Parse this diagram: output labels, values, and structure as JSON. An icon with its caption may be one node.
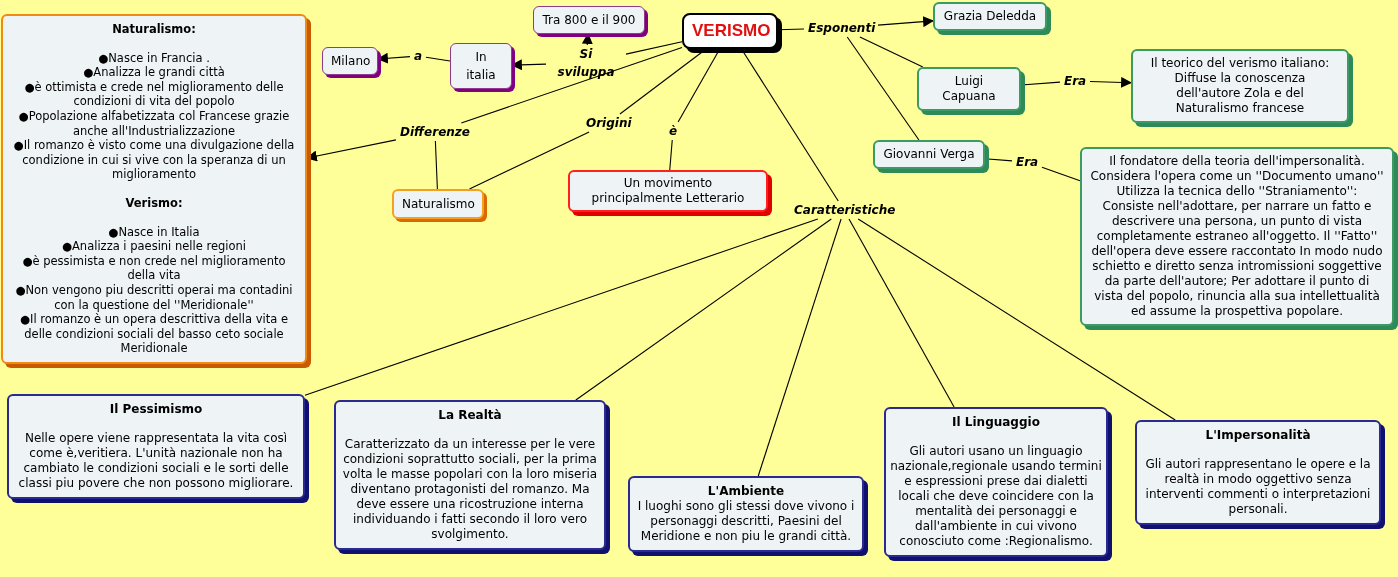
{
  "diagram": {
    "nodes": [
      {
        "text": [
          "VERISMO"
        ]
      },
      {
        "text": [
          "Si sviluppa"
        ]
      },
      {
        "text": [
          "Tra 800 e il 900"
        ]
      },
      {
        "text": [
          "In italia"
        ]
      },
      {
        "text": [
          "a"
        ]
      },
      {
        "text": [
          "Milano"
        ]
      },
      {
        "text": [
          "Differenze"
        ]
      },
      {
        "text": [
          "Naturalismo:",
          "●Nasce in Francia .",
          "●Analizza le grandi città",
          "●è ottimista e crede nel miglioramento delle condizioni di vita del popolo",
          "●Popolazione alfabetizzata col Francese grazie anche all'Industrializzazione",
          "●Il romanzo è visto come una divulgazione della condizione in cui si vive con la speranza di un miglioramento",
          "Verismo:",
          "●Nasce in Italia",
          "●Analizza i paesini nelle regioni",
          "●è pessimista e non crede nel miglioramento della vita",
          "●Non vengono piu descritti operai ma contadini con la questione del ''Meridionale''",
          "●Il romanzo è un opera descrittiva della vita e delle condizioni sociali del basso ceto sociale Meridionale"
        ]
      },
      {
        "text": [
          "Naturalismo"
        ]
      },
      {
        "text": [
          "Origini"
        ]
      },
      {
        "text": [
          "è"
        ]
      },
      {
        "text": [
          "Un movimento principalmente Letterario"
        ]
      },
      {
        "text": [
          "Esponenti"
        ]
      },
      {
        "text": [
          "Grazia  Deledda"
        ]
      },
      {
        "text": [
          "Luigi Capuana"
        ]
      },
      {
        "text": [
          "Era"
        ]
      },
      {
        "text": [
          "Il teorico del verismo italiano: Diffuse la conoscenza dell'autore Zola e del Naturalismo francese"
        ]
      },
      {
        "text": [
          "Giovanni Verga"
        ]
      },
      {
        "text": [
          "Era"
        ]
      },
      {
        "text": [
          "Il fondatore della teoria dell'impersonalità. Considera l'opera come un ''Documento umano'' Utilizza la tecnica dello ''Straniamento'': Consiste nell'adottare, per narrare un fatto e descrivere una persona, un punto di vista completamente estraneo all'oggetto. Il ''Fatto'' dell'opera deve essere raccontato In modo nudo schietto e diretto senza intromissioni soggettive da parte dell'autore; Per adottare il punto di vista del popolo, rinuncia alla sua intellettualità ed assume la prospettiva popolare."
        ]
      },
      {
        "text": [
          "Caratteristiche"
        ]
      },
      {
        "text": [
          "Il Pessimismo",
          "Nelle opere viene rappresentata la vita così come è,veritiera. L'unità nazionale non ha cambiato le condizioni sociali e le sorti delle classi piu povere che non possono migliorare."
        ]
      },
      {
        "text": [
          "La Realtà",
          "Caratterizzato da un interesse per le vere condizioni soprattutto sociali, per la prima volta le masse popolari con la loro miseria diventano protagonisti del romanzo. Ma deve essere una ricostruzione interna individuando i fatti secondo il loro vero svolgimento."
        ]
      },
      {
        "text": [
          "L'Ambiente",
          "I luoghi sono gli stessi dove vivono i personaggi descritti, Paesini del Meridione e non piu le grandi città."
        ]
      },
      {
        "text": [
          "Il Linguaggio",
          "Gli autori usano un linguagio nazionale,regionale usando termini e espressioni prese dai dialetti locali che deve coincidere con la mentalità dei personaggi e dall'ambiente in cui vivono conosciuto come :Regionalismo."
        ]
      },
      {
        "text": [
          "L'Impersonalità",
          "Gli autori rappresentano le opere e la realtà in modo oggettivo senza interventi commenti o interpretazioni personali."
        ]
      }
    ],
    "edges": [
      {
        "from": 0,
        "to": 1,
        "arrow": "none"
      },
      {
        "from": 1,
        "to": 3,
        "arrow": "to"
      },
      {
        "from": 1,
        "to": 2,
        "arrow": "to"
      },
      {
        "from": 3,
        "to": 4,
        "arrow": "none"
      },
      {
        "from": 4,
        "to": 5,
        "arrow": "to"
      },
      {
        "from": 0,
        "to": 6,
        "arrow": "none"
      },
      {
        "from": 6,
        "to": 7,
        "arrow": "to"
      },
      {
        "from": 8,
        "to": 6,
        "arrow": "none"
      },
      {
        "from": 0,
        "to": 9,
        "arrow": "none"
      },
      {
        "from": 9,
        "to": 8,
        "arrow": "none"
      },
      {
        "from": 0,
        "to": 10,
        "arrow": "none"
      },
      {
        "from": 10,
        "to": 11,
        "arrow": "none"
      },
      {
        "from": 0,
        "to": 12,
        "arrow": "none"
      },
      {
        "from": 12,
        "to": 13,
        "arrow": "to"
      },
      {
        "from": 12,
        "to": 14,
        "arrow": "none"
      },
      {
        "from": 12,
        "to": 17,
        "arrow": "none"
      },
      {
        "from": 14,
        "to": 15,
        "arrow": "none"
      },
      {
        "from": 15,
        "to": 16,
        "arrow": "to"
      },
      {
        "from": 17,
        "to": 18,
        "arrow": "none"
      },
      {
        "from": 18,
        "to": 19,
        "arrow": "none"
      },
      {
        "from": 0,
        "to": 20,
        "arrow": "none"
      },
      {
        "from": 20,
        "to": 21,
        "arrow": "none"
      },
      {
        "from": 20,
        "to": 22,
        "arrow": "none"
      },
      {
        "from": 20,
        "to": 23,
        "arrow": "none"
      },
      {
        "from": 20,
        "to": 24,
        "arrow": "none"
      },
      {
        "from": 20,
        "to": 25,
        "arrow": "none"
      }
    ]
  }
}
